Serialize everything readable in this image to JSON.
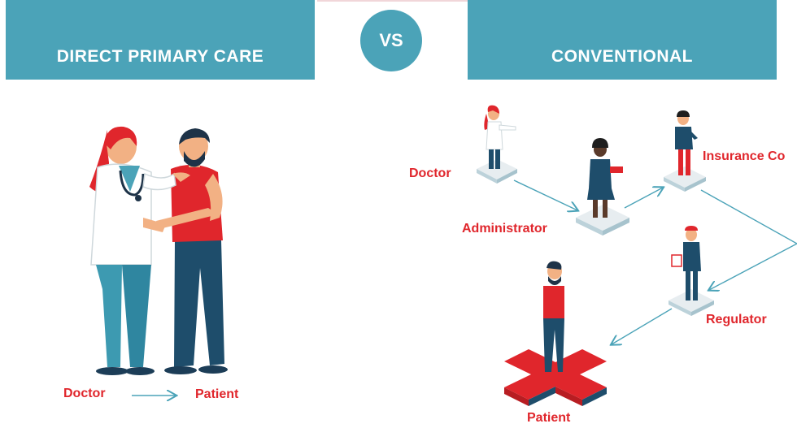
{
  "header": {
    "left_title": "DIRECT PRIMARY CARE",
    "vs": "VS",
    "right_title": "CONVENTIONAL"
  },
  "direct_primary_care": {
    "from_label": "Doctor",
    "to_label": "Patient"
  },
  "conventional": {
    "doctor": "Doctor",
    "administrator": "Administrator",
    "insurance": "Insurance Co",
    "regulator": "Regulator",
    "patient": "Patient"
  },
  "colors": {
    "teal": "#4ba3b8",
    "red": "#e0262c",
    "navy": "#1e4d6b",
    "light_teal": "#3d9ab1"
  }
}
